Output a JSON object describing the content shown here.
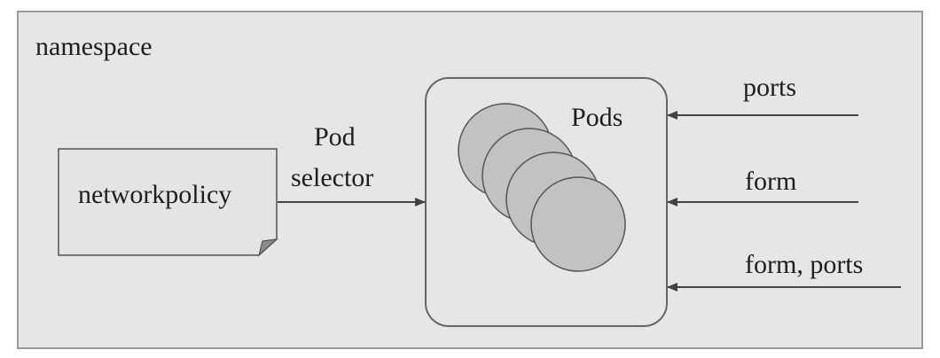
{
  "namespace": {
    "label": "namespace"
  },
  "policy": {
    "label": "networkpolicy"
  },
  "selector": {
    "line1": "Pod",
    "line2": "selector"
  },
  "pods": {
    "label": "Pods",
    "count": 4
  },
  "inputs": [
    {
      "label": "ports"
    },
    {
      "label": "form"
    },
    {
      "label": "form, ports"
    }
  ],
  "colors": {
    "namespace_fill": "#e6e6e6",
    "namespace_border": "#9a9a9a",
    "pod_fill": "#c2c2c2",
    "stroke": "#555555",
    "text": "#1e1e1e"
  }
}
